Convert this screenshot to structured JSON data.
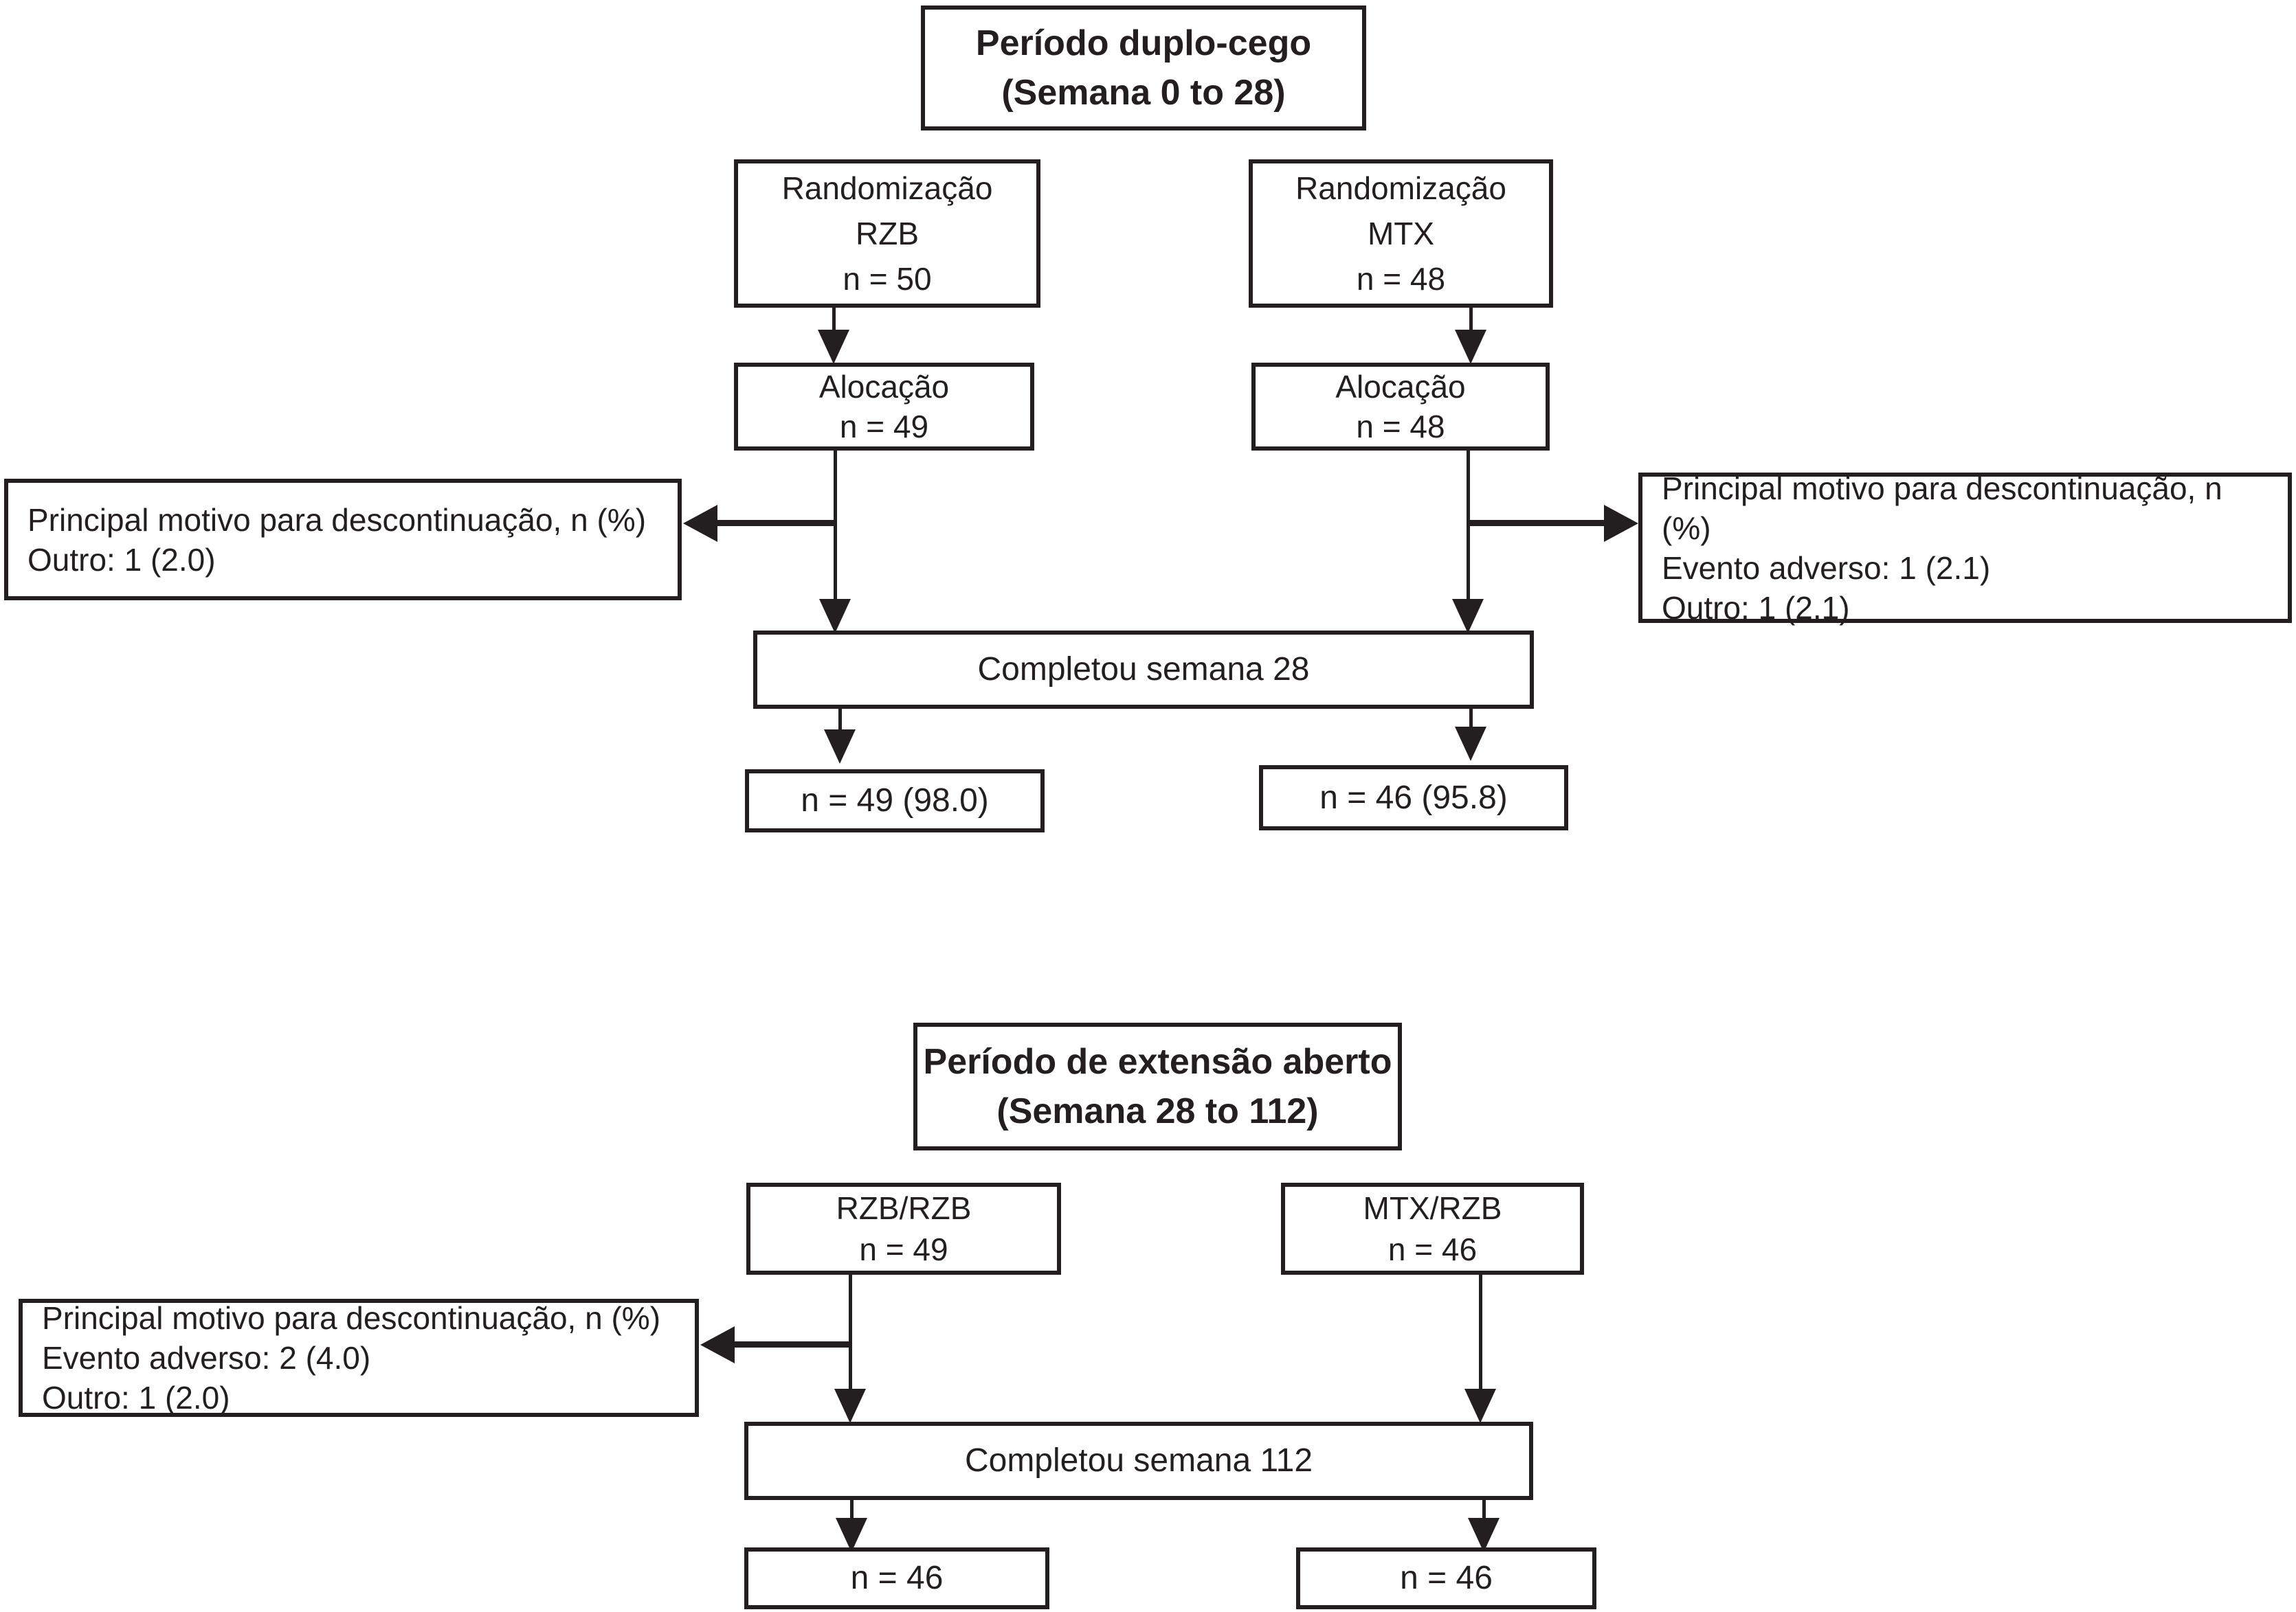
{
  "top": {
    "title": {
      "line1": "Período duplo-cego",
      "line2": "(Semana 0 to 28)"
    },
    "rand_rzb": {
      "line1": "Randomização",
      "line2": "RZB",
      "line3": "n = 50"
    },
    "rand_mtx": {
      "line1": "Randomização",
      "line2": "MTX",
      "line3": "n = 48"
    },
    "aloc_rzb": {
      "line1": "Alocação",
      "line2": "n = 49"
    },
    "aloc_mtx": {
      "line1": "Alocação",
      "line2": "n = 48"
    },
    "disc_left": {
      "line1": "Principal motivo para descontinuação, n (%)",
      "line2": "Outro: 1 (2.0)"
    },
    "disc_right": {
      "line1": "Principal motivo para descontinuação, n (%)",
      "line2": "Evento adverso: 1 (2.1)",
      "line3": "Outro: 1 (2.1)"
    },
    "completed": "Completou semana 28",
    "n_rzb": "n = 49 (98.0)",
    "n_mtx": "n = 46 (95.8)"
  },
  "bottom": {
    "title": {
      "line1": "Período de extensão aberto",
      "line2": "(Semana 28 to 112)"
    },
    "arm_rzb": {
      "line1": "RZB/RZB",
      "line2": "n = 49"
    },
    "arm_mtx": {
      "line1": "MTX/RZB",
      "line2": "n = 46"
    },
    "disc_left": {
      "line1": "Principal motivo para descontinuação, n (%)",
      "line2": "Evento adverso: 2 (4.0)",
      "line3": "Outro: 1 (2.0)"
    },
    "completed": "Completou semana 112",
    "n_rzb": "n = 46",
    "n_mtx": "n = 46"
  },
  "colors": {
    "line": "#231f20",
    "background": "#ffffff"
  }
}
